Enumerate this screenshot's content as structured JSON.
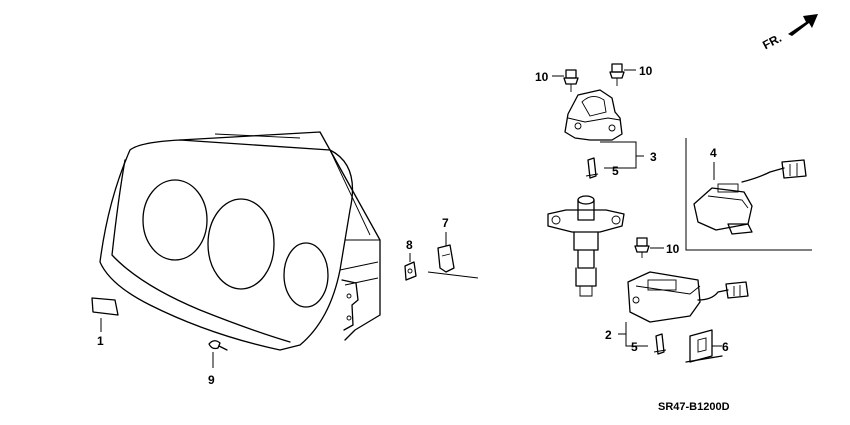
{
  "diagram": {
    "front_indicator": "FR.",
    "code": "SR47-B1200D",
    "callouts": [
      {
        "id": "c1",
        "text": "1"
      },
      {
        "id": "c2",
        "text": "2"
      },
      {
        "id": "c3",
        "text": "3"
      },
      {
        "id": "c4",
        "text": "4"
      },
      {
        "id": "c5a",
        "text": "5"
      },
      {
        "id": "c5b",
        "text": "5"
      },
      {
        "id": "c6",
        "text": "6"
      },
      {
        "id": "c7",
        "text": "7"
      },
      {
        "id": "c8",
        "text": "8"
      },
      {
        "id": "c9",
        "text": "9"
      },
      {
        "id": "c10a",
        "text": "10"
      },
      {
        "id": "c10b",
        "text": "10"
      },
      {
        "id": "c10c",
        "text": "10"
      }
    ]
  }
}
